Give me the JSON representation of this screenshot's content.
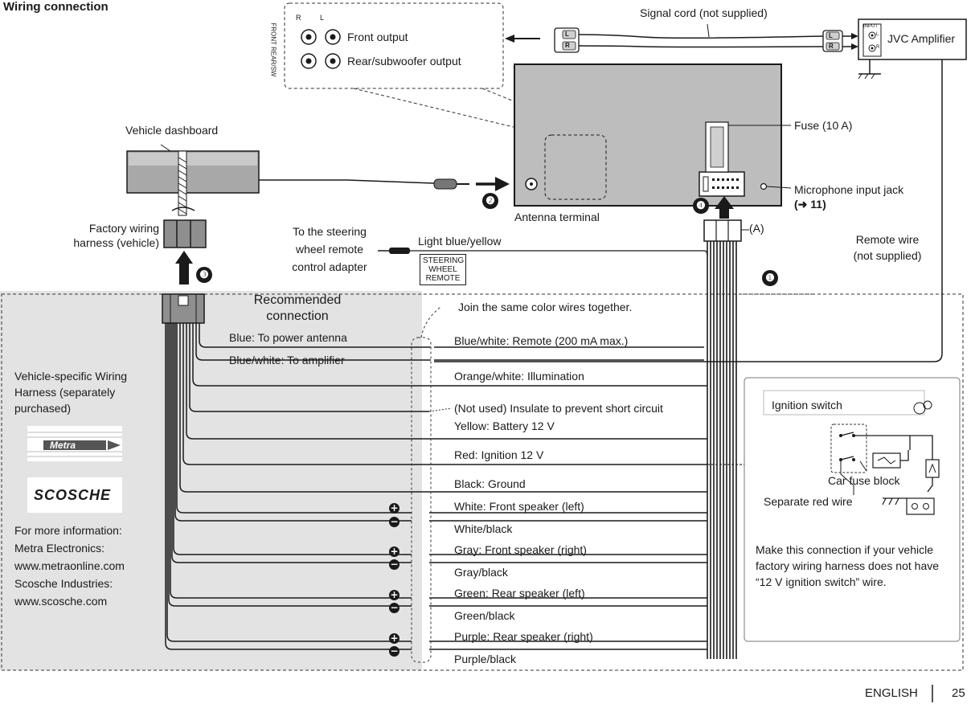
{
  "colors": {
    "panel_shade": "#e3e3e3",
    "box_shade": "#bdbdbd",
    "ink": "#1a1a1a"
  },
  "header": {
    "title": "Wiring connection"
  },
  "rca_box": {
    "r": "R",
    "l": "L",
    "vertical_label": "FRONT REAR/SW",
    "front_output": "Front output",
    "rear_output": "Rear/subwoofer output"
  },
  "signal_cord": "Signal cord (not supplied)",
  "amplifier": {
    "label": "JVC Amplifier",
    "input_label": "INPUT",
    "l": "L",
    "r": "R"
  },
  "plug_letters": {
    "l": "L",
    "r": "R"
  },
  "fuse": "Fuse (10 A)",
  "mic": {
    "line1": "Microphone input jack",
    "line2": "(➜ 11)"
  },
  "antenna": "Antenna terminal",
  "vehicle_dashboard": "Vehicle dashboard",
  "factory_harness": {
    "line1": "Factory wiring",
    "line2": "harness (vehicle)"
  },
  "steering_adapter": {
    "line1": "To the steering",
    "line2": "wheel remote",
    "line3": "control adapter"
  },
  "steering_box": {
    "l1": "STEERING",
    "l2": "WHEEL",
    "l3": "REMOTE"
  },
  "light_blue": "Light blue/yellow",
  "connector_a": "(A)",
  "remote_wire": {
    "line1": "Remote wire",
    "line2": "(not supplied)"
  },
  "steps": {
    "s1": "❶",
    "s2": "❷",
    "s3": "❸",
    "s4": "❹"
  },
  "recommended": {
    "line1": "Recommended",
    "line2": "connection"
  },
  "blue_antenna": "Blue: To power antenna",
  "blue_white_amp": "Blue/white: To amplifier",
  "join_note": "Join the same color wires together.",
  "wires": [
    "Blue/white: Remote (200 mA max.)",
    "Orange/white: Illumination",
    "(Not used) Insulate to prevent short circuit",
    "Yellow: Battery 12 V",
    "Red: Ignition 12 V",
    "Black: Ground",
    "White: Front speaker (left)",
    "White/black",
    "Gray: Front speaker (right)",
    "Gray/black",
    "Green: Rear speaker (left)",
    "Green/black",
    "Purple: Rear speaker (right)",
    "Purple/black"
  ],
  "polarity": {
    "plus": "+",
    "minus": "−"
  },
  "vehicle_specific": {
    "line1": "Vehicle-specific Wiring",
    "line2": "Harness (separately",
    "line3": "purchased)"
  },
  "logos": {
    "metra": "Metra",
    "scosche": "SCOSCHE"
  },
  "more_info": [
    "For more information:",
    "Metra Electronics:",
    "www.metraonline.com",
    "Scosche Industries:",
    "www.scosche.com"
  ],
  "ignition": {
    "switch": "Ignition switch",
    "fuse_block": "Car fuse block",
    "red_wire": "Separate red wire",
    "note1": "Make this connection if your vehicle",
    "note2": "factory wiring harness does not have",
    "note3": "“12 V ignition switch” wire."
  },
  "footer": {
    "language": "ENGLISH",
    "separator": "|",
    "page_number": "25"
  }
}
